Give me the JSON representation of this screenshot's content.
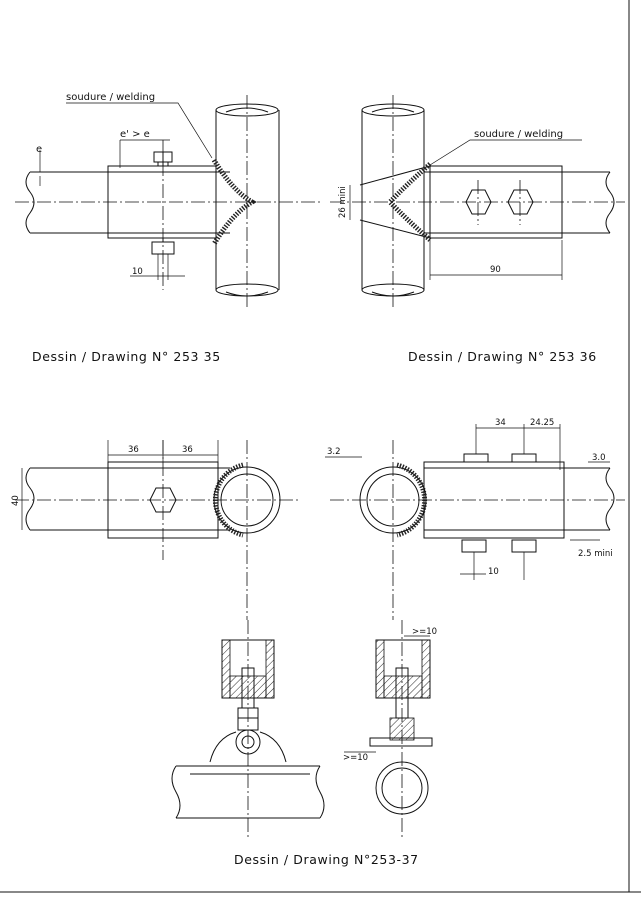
{
  "drawing_1": {
    "weld_note": "soudure / welding",
    "wall_note": "e' > e",
    "thickness_label": "e",
    "dim_bolt_offset": "10",
    "caption": "Dessin / Drawing  N° 253  35"
  },
  "drawing_2": {
    "weld_note": "soudure / welding",
    "dim_min_label": "26 mini",
    "dim_length": "90",
    "caption": "Dessin / Drawing  N° 253  36"
  },
  "drawing_3": {
    "dim_left": "36",
    "dim_right": "36",
    "dim_height": "40"
  },
  "drawing_4": {
    "dim_gap": "3.2",
    "dim_a": "34",
    "dim_b": "24.25",
    "dim_c": "3.0",
    "dim_min": "2.5 mini",
    "dim_bolt": "10"
  },
  "drawing_5": {
    "dim_clear_top": ">=10",
    "dim_clear_side": ">=10",
    "caption": "Dessin / Drawing  N°253-37"
  }
}
